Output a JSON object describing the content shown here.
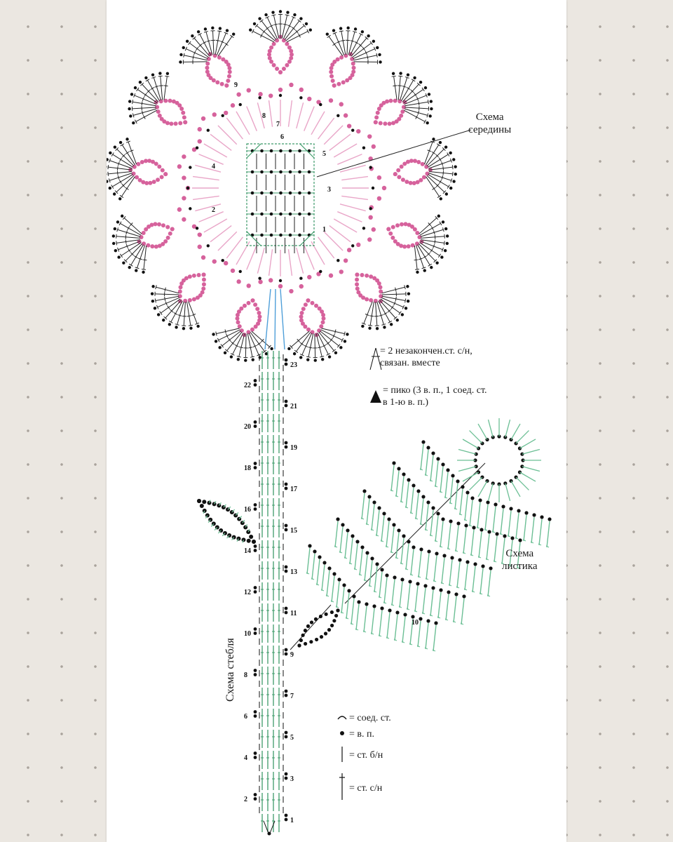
{
  "labels": {
    "center_scheme": [
      "Схема",
      "середины"
    ],
    "leaf_scheme": [
      "Схема",
      "листика"
    ],
    "stem_scheme": "Схема стебля"
  },
  "legend_top": {
    "dc2tog": [
      "= 2 незакончен.ст. с/н,",
      "связан. вместе"
    ],
    "picot": [
      "= пико (3 в. п., 1 соед. ст.",
      "в 1-ю в. п.)"
    ]
  },
  "legend_bottom": {
    "slip": "= соед. ст.",
    "chain": "= в. п.",
    "sc": "= ст. б/н",
    "dc": "= ст. с/н"
  },
  "center_rows": [
    "1",
    "2",
    "3",
    "4",
    "5",
    "6",
    "7",
    "8",
    "9"
  ],
  "stem_rows_left": [
    "2",
    "4",
    "6",
    "8",
    "10",
    "12",
    "14",
    "16",
    "18",
    "20",
    "22"
  ],
  "stem_rows_right": [
    "1",
    "3",
    "5",
    "7",
    "9",
    "11",
    "13",
    "15",
    "17",
    "19",
    "21",
    "23"
  ],
  "leaf_rows": [
    "10"
  ],
  "colors": {
    "pink": "#d6629c",
    "pink_light": "#e9a6c8",
    "green": "#3e9a6a",
    "leaf_green": "#6cbf95",
    "blue": "#4f9fd9",
    "ink": "#111111"
  }
}
